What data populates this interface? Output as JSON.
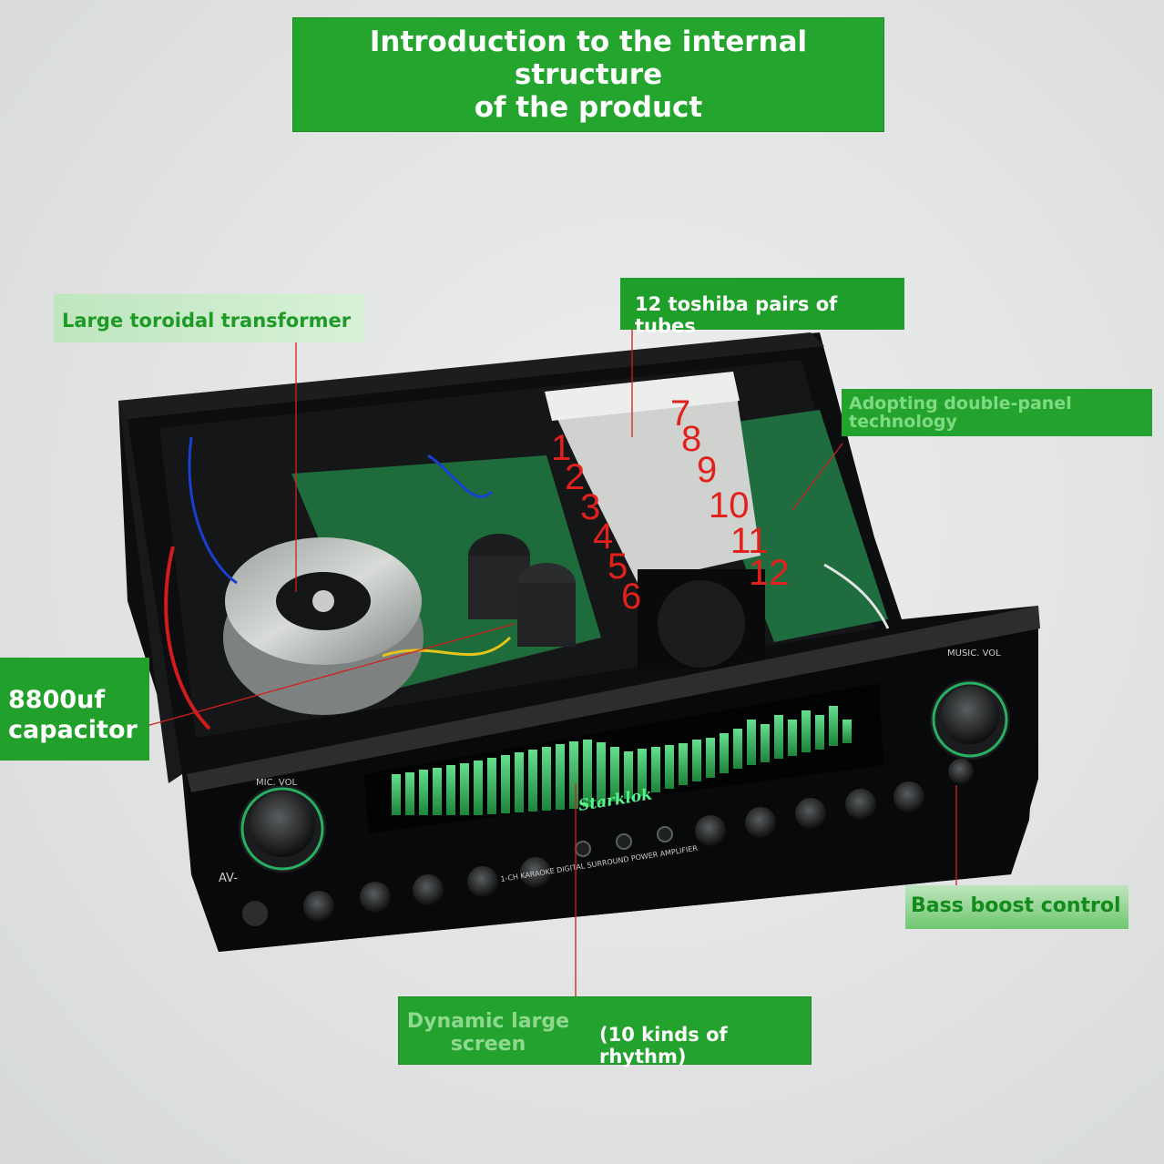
{
  "title": "Introduction to the internal structure\nof the product",
  "labels": {
    "transformer": "Large toroidal transformer",
    "tubes": "12 toshiba pairs of tubes",
    "panel": "Adopting double-panel technology",
    "capacitor": "8800uf\ncapacitor",
    "bass": "Bass boost control",
    "screen": "Dynamic large\nscreen",
    "rhythm": "(10 kinds of rhythm)"
  },
  "tube_numbers": [
    "1",
    "2",
    "3",
    "4",
    "5",
    "6",
    "7",
    "8",
    "9",
    "10",
    "11",
    "12"
  ],
  "device": {
    "brand": "Starklok",
    "knob_label_left": "MIC. VOL",
    "knob_label_right": "MUSIC. VOL",
    "model_prefix": "AV-",
    "front_text": "1-CH KARAOKE DIGITAL SURROUND POWER AMPLIFIER"
  },
  "colors": {
    "green_label": "#23a52e",
    "leader_line": "#d02020",
    "tube_number": "#e2211c",
    "chassis": "#101112",
    "vu_green": "#39e27a"
  }
}
